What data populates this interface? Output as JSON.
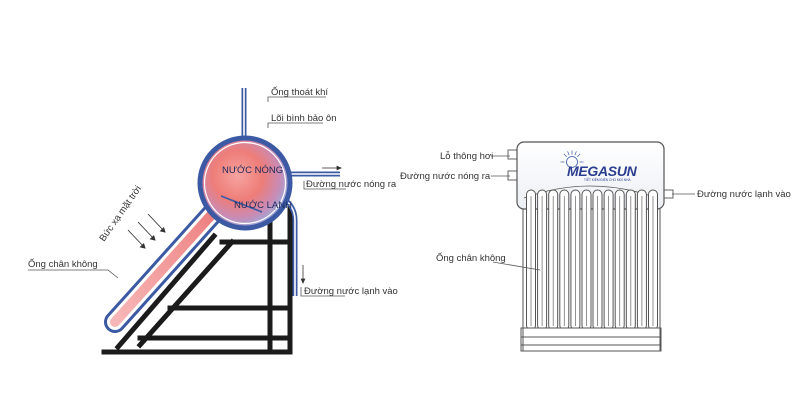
{
  "colors": {
    "pipe_blue": "#3b5aa3",
    "hot": "#e8584f",
    "cold": "#7fa8e2",
    "frame": "#1b1b1b",
    "tube_fill": "#f2a1a1"
  },
  "left_diagram": {
    "label_exhaust": "Ống thoát khí",
    "label_core": "Lõi bình bảo ôn",
    "label_hot_inside": "NƯỚC NÓNG",
    "label_cold_inside": "NƯỚC LẠNH",
    "label_hot_out": "Đường nước nóng ra",
    "label_sun": "Bức xạ mặt trời",
    "label_vacuum": "Ống chân không",
    "label_cold_in": "Đường nước lạnh vào"
  },
  "right_diagram": {
    "label_vent": "Lỗ thông hơi",
    "label_hot_out": "Đường nước nóng ra",
    "label_cold_in": "Đường nước lạnh vào",
    "label_vacuum": "Ống chân không",
    "brand": "MEGASUN",
    "brand_tagline": "TIẾT KIỆM ĐIỆN CHO MỌI NHÀ",
    "sun_icon": "sun-icon"
  }
}
